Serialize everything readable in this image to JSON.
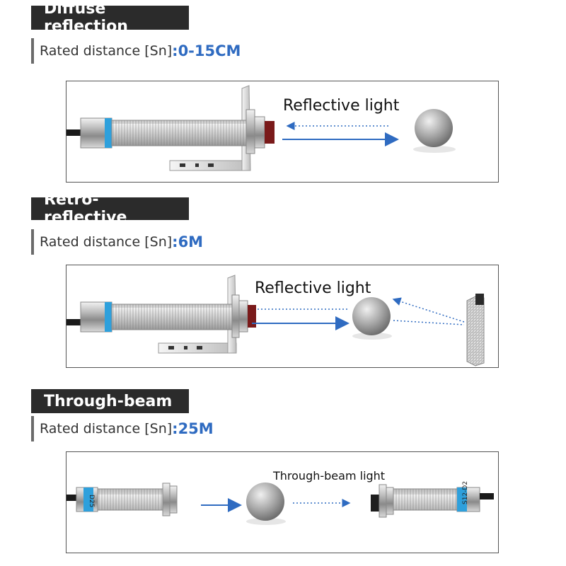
{
  "sections": [
    {
      "tag": "Diffuse reflection",
      "rated_prefix": "Rated distance [Sn]",
      "rated_sep": ":",
      "rated_value": "0-15CM",
      "light_label": "Reflective light"
    },
    {
      "tag": "Retro-reflective",
      "rated_prefix": "Rated distance [Sn]",
      "rated_sep": ":",
      "rated_value": "6M",
      "light_label": "Reflective light"
    },
    {
      "tag": "Through-beam",
      "rated_prefix": "Rated distance [Sn]",
      "rated_sep": ":",
      "rated_value": "25M",
      "light_label": "Through-beam light",
      "sensor_label_left": "D25",
      "sensor_label_right": "S12-D2"
    }
  ],
  "colors": {
    "tag_bg": "#2b2b2b",
    "accent_blue": "#2f6bc1",
    "sensor_band": "#2ea0dc",
    "lens_red": "#7a1a1a"
  }
}
